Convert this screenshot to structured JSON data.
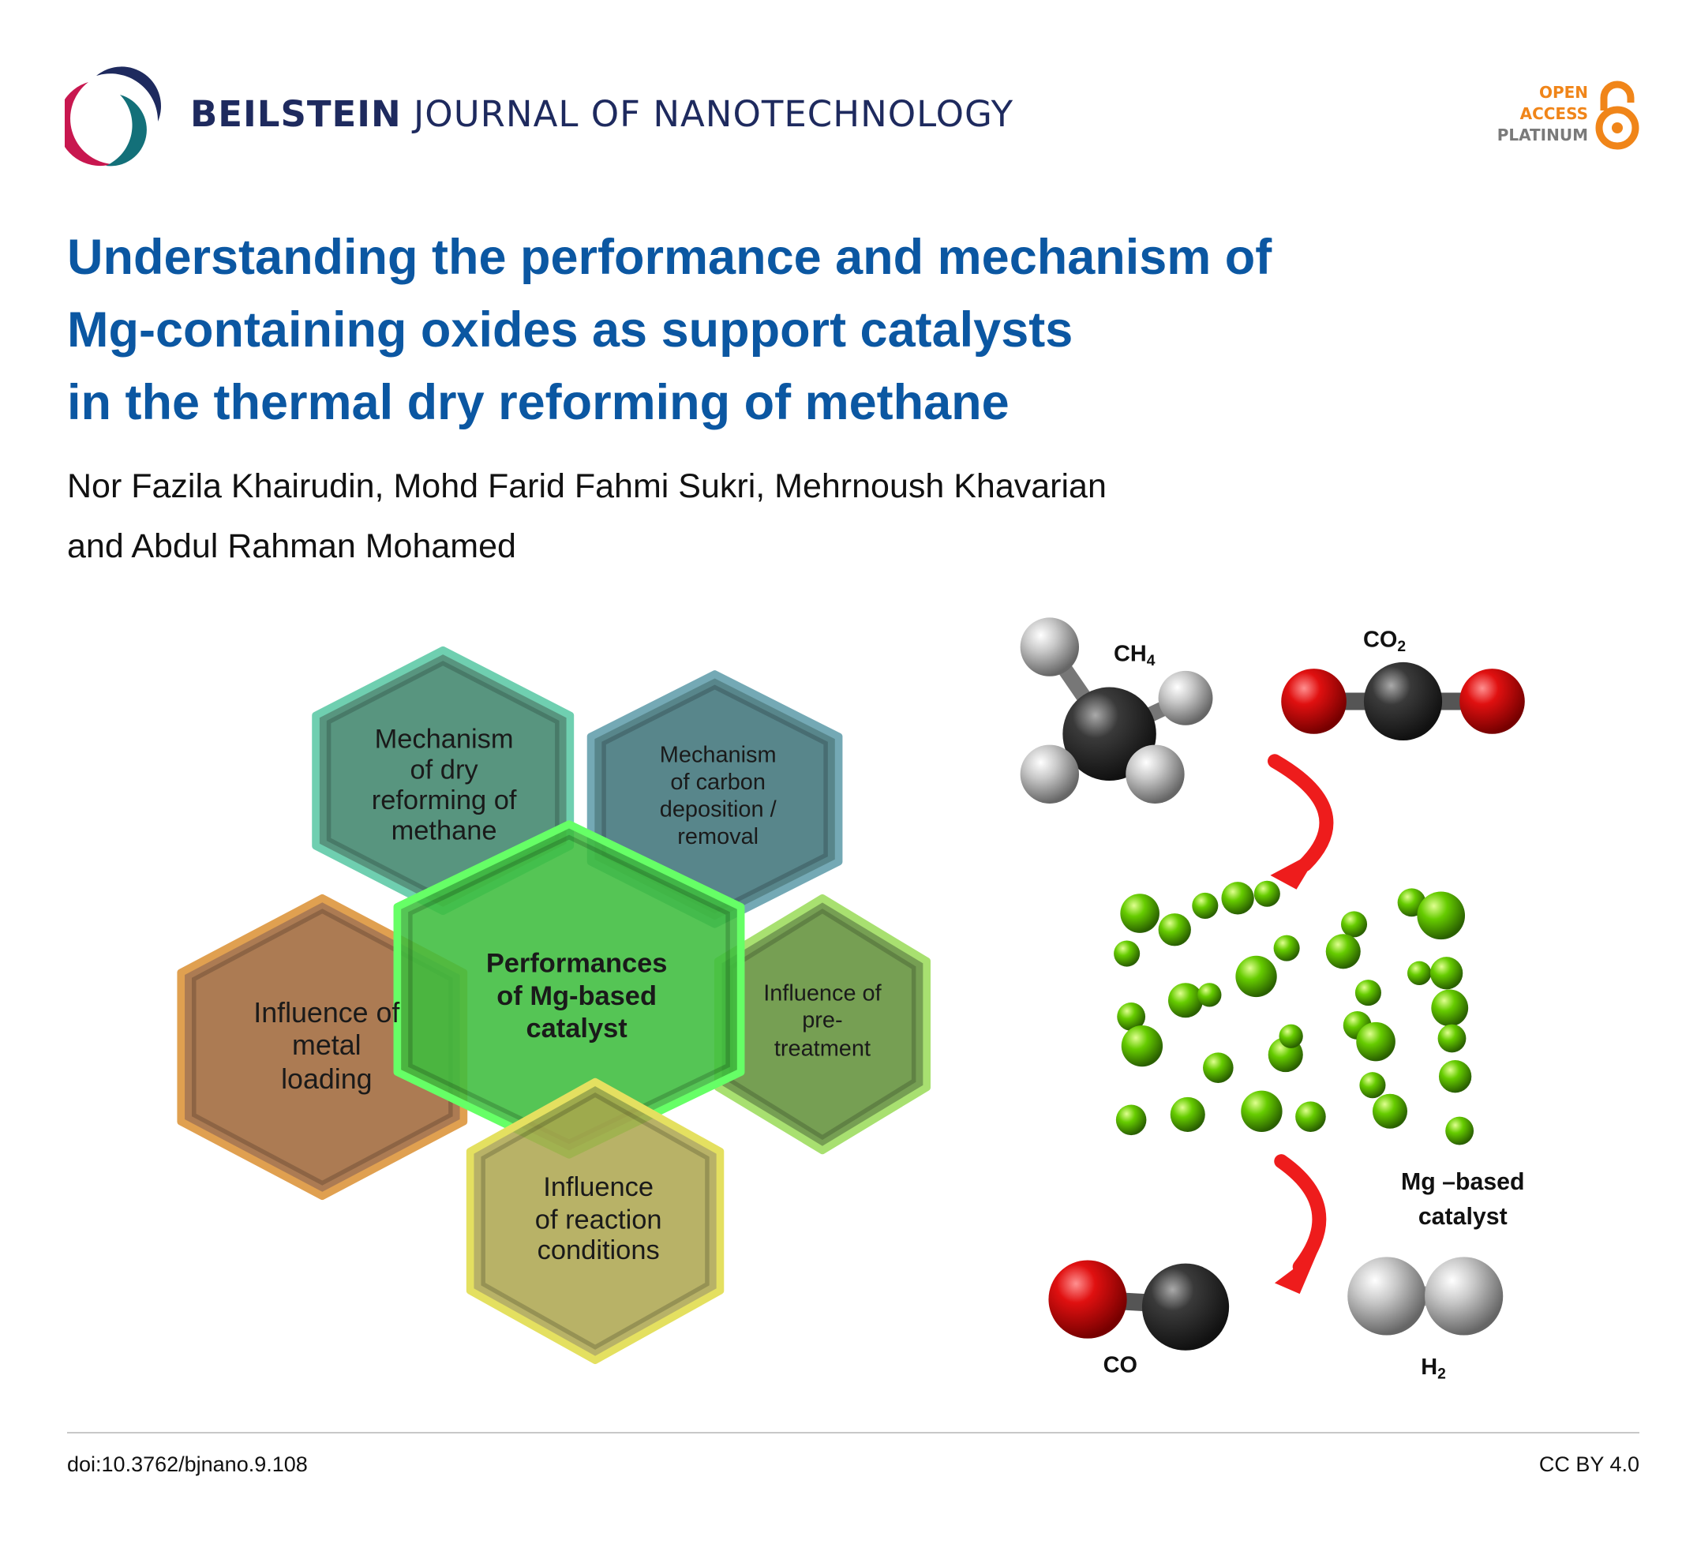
{
  "header": {
    "journal_bold": "BEILSTEIN",
    "journal_rest": "JOURNAL OF NANOTECHNOLOGY",
    "badge": {
      "line1": "OPEN",
      "line2": "ACCESS",
      "line3": "PLATINUM"
    }
  },
  "article": {
    "title_lines": [
      "Understanding the performance and mechanism of",
      "Mg-containing oxides as support catalysts",
      "in the thermal dry reforming of methane"
    ],
    "author_lines": [
      "Nor Fazila Khairudin, Mohd Farid Fahmi Sukri, Mehrnoush Khavarian",
      "and Abdul Rahman Mohamed"
    ]
  },
  "figure": {
    "hexagons": [
      {
        "id": "dry-reforming",
        "lines": [
          "Mechanism",
          "of dry",
          "reforming of",
          "methane"
        ]
      },
      {
        "id": "carbon-deposition",
        "lines": [
          "Mechanism",
          "of carbon",
          "deposition /",
          "removal"
        ]
      },
      {
        "id": "metal-loading",
        "lines": [
          "Influence of",
          "metal",
          "loading"
        ]
      },
      {
        "id": "pretreatment",
        "lines": [
          "Influence of",
          "pre-",
          "treatment"
        ]
      },
      {
        "id": "reaction-conditions",
        "lines": [
          "Influence",
          "of reaction",
          "conditions"
        ]
      },
      {
        "id": "center",
        "lines": [
          "Performances",
          "of Mg-based",
          "catalyst"
        ]
      }
    ],
    "molecules": {
      "ch4": {
        "base": "CH",
        "sub": "4"
      },
      "co2": {
        "base": "CO",
        "sub": "2"
      },
      "co": {
        "base": "CO"
      },
      "h2": {
        "base": "H",
        "sub": "2"
      },
      "catalyst_lines": [
        "Mg –based",
        "catalyst"
      ]
    },
    "colors": {
      "oxygen": "#e01010",
      "carbon": "#3a3a3a",
      "hydrogen": "#c8c8c8",
      "magnesium": "#66cc00",
      "arrow": "#ee1c1c"
    }
  },
  "footer": {
    "doi": "doi:10.3762/bjnano.9.108",
    "license": "CC BY 4.0"
  }
}
